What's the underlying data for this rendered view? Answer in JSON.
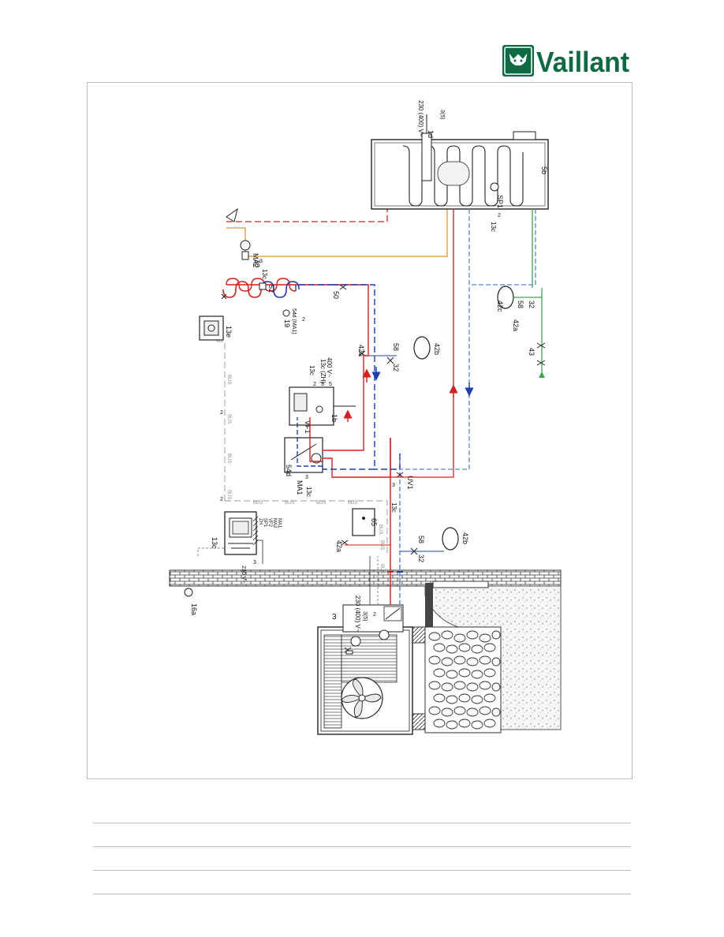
{
  "brand": {
    "name": "Vaillant",
    "color": "#0d6b43"
  },
  "colors": {
    "supply": "#d81e1e",
    "return": "#1d3fb0",
    "dhw": "#e8922a",
    "bus": "#9a9a9a",
    "brine": "#3aa84a",
    "return_light": "#5b85c8"
  },
  "labels": {
    "l_16a": "16a",
    "l_230v_a": "230 (400) V~",
    "l_35_a": "3(5)",
    "l_bus_a": "BUS",
    "l_2_a": "2",
    "l_3_hp": "3",
    "l_13c_ctrl": "13c",
    "l_2_ctrl": "2",
    "l_3_ctrl": "3",
    "l_230v_ctrl": "230 V~",
    "l_zh": "ZH",
    "l_sp1_ctrl": "SP1",
    "l_vf2": "VF2",
    "l_ma2_ctrl": "MA2",
    "l_ma1_ctrl": "MA1",
    "l_42a_l": "42a",
    "l_65": "65",
    "l_32_l": "32",
    "l_58_l": "58",
    "l_42b_l": "42b",
    "l_uv1": "UV1",
    "l_13c_uv": "13c",
    "l_3_uv": "3",
    "l_ma1": "MA1",
    "l_13c_ma1": "13c",
    "l_3_ma1": "3",
    "l_54d": "54d",
    "l_vf1": "VF1",
    "l_1b": "1b",
    "l_13c_1b": "13c",
    "l_13c_zh": "13c (ZH)",
    "l_400v": "400 V~",
    "l_2_1b": "2",
    "l_3_1b": "3",
    "l_5_1b": "5",
    "l_42a_m": "42a",
    "l_32_m": "32",
    "l_58_m": "58",
    "l_42b_m": "42b",
    "l_13e": "13e",
    "l_54d_ma1": "54d (MA1)",
    "l_19": "19",
    "l_2_54d": "2",
    "l_52": "52",
    "l_50": "50",
    "l_13c_ma2": "13c",
    "l_3_ma2": "3",
    "l_ma2": "MA2",
    "l_30": "30",
    "l_230v_tank": "230 (400) V~",
    "l_35_tank": "3(5)",
    "l_1d": "1d",
    "l_sp1": "SP1",
    "l_5b": "5b",
    "l_13c_sp1": "13c",
    "l_2_sp1": "2",
    "l_42c": "42c",
    "l_58_r": "58",
    "l_32_r": "32",
    "l_42a_r": "42a",
    "l_43": "43",
    "l_bus_1": "BUS",
    "l_bus_2": "BUS",
    "l_bus_3": "BUS",
    "l_bus_4": "BUS",
    "l_bus_5": "BUS",
    "l_bus_6": "BUS",
    "l_bus_7": "BUS",
    "l_bus_8": "BUS",
    "l_bus_9": "BUS",
    "l_bus_10": "BUS",
    "l_2_bus": "2"
  }
}
